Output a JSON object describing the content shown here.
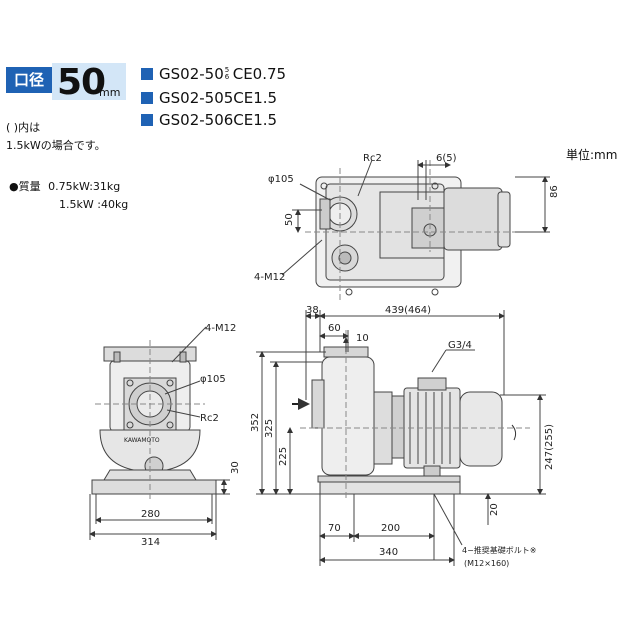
{
  "header": {
    "bore_label": "口径",
    "bore_size": "50",
    "bore_unit": "mm"
  },
  "models": [
    {
      "prefix": "GS02-50",
      "frac_top": "5",
      "frac_bottom": "6",
      "suffix": "CE0.75"
    },
    {
      "text": "GS02-505CE1.5"
    },
    {
      "text": "GS02-506CE1.5"
    }
  ],
  "notes": {
    "line1": "(  )内は",
    "line2": "1.5kWの場合です。"
  },
  "unit_label": "単位:mm",
  "weight": {
    "label": "●質量",
    "row1": "0.75kW:31kg",
    "row2": "1.5kW  :40kg"
  },
  "dims": {
    "top_phi": "φ105",
    "top_rc": "Rc2",
    "top_65": "6(5)",
    "top_86": "86",
    "top_50": "50",
    "top_m12": "4-M12",
    "side_m12": "4-M12",
    "side_phi": "φ105",
    "side_rc": "Rc2",
    "side_brand": "KAWAMOTO",
    "side_30": "30",
    "side_280": "280",
    "side_314": "314",
    "front_38": "38",
    "front_439": "439(464)",
    "front_60": "60",
    "front_10": "10",
    "front_g34": "G3/4",
    "front_352": "352",
    "front_325": "325",
    "front_225": "225",
    "front_247": "247(255)",
    "front_20": "20",
    "front_70": "70",
    "front_200": "200",
    "front_340": "340",
    "bolt_note1": "4−推奨基礎ボルト※",
    "bolt_note2": "(M12×160)"
  }
}
